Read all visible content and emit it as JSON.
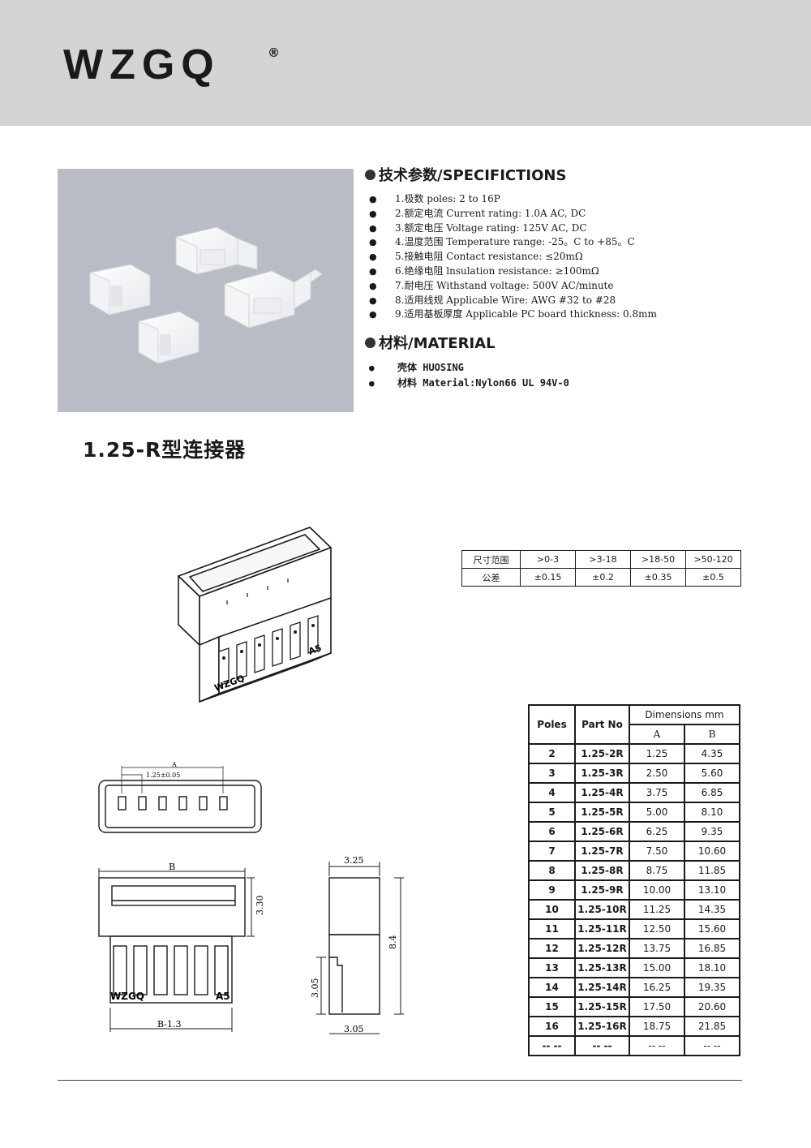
{
  "header": {
    "brand": "WZGQ",
    "registered": "®"
  },
  "specs": {
    "title": "技术参数/SPECIFICTIONS",
    "items": [
      "1.极数 poles: 2 to 16P",
      "2.额定电流 Current rating: 1.0A AC, DC",
      "3.额定电压 Voltage rating: 125V AC, DC",
      "4.温度范围 Temperature range: -25。C to +85。C",
      "5.接触电阻 Contact resistance: ≤20mΩ",
      "6.绝缘电阻 lnsulation resistance: ≥100mΩ",
      "7.耐电压 Withstand voltage: 500V AC/minute",
      "8.适用线规 Applicable Wire: AWG #32 to #28",
      "9.适用基板厚度 Applicable PC board thickness: 0.8mm"
    ],
    "bullet": "●"
  },
  "material": {
    "title": "材料/MATERIAL",
    "items": [
      "壳体 HUOSING",
      "材料 Material:Nylon66 UL 94V-0"
    ]
  },
  "model_title": "1.25-R型连接器",
  "iso_labels": {
    "brand": "WZGQ",
    "code": "A5"
  },
  "drawing": {
    "top_dim_a": "A",
    "top_dim_pitch": "1.25±0.05",
    "front_dim_b": "B",
    "front_dim_height": "3.30",
    "front_dim_bottom": "B-1.3",
    "front_brand": "WZGQ",
    "front_code": "A5",
    "side_dim_top": "3.25",
    "side_dim_height": "8.4",
    "side_dim_left": "3.05",
    "side_dim_bottom": "3.05"
  },
  "tolerance_table": {
    "row1": [
      "尺寸范围",
      ">0-3",
      ">3-18",
      ">18-50",
      ">50-120"
    ],
    "row2": [
      "公差",
      "±0.15",
      "±0.2",
      "±0.35",
      "±0.5"
    ]
  },
  "dimension_table": {
    "headers": {
      "poles": "Poles",
      "part_no": "Part No",
      "dimensions": "Dimensions mm",
      "a": "A",
      "b": "B"
    },
    "rows": [
      [
        "2",
        "1.25-2R",
        "1.25",
        "4.35"
      ],
      [
        "3",
        "1.25-3R",
        "2.50",
        "5.60"
      ],
      [
        "4",
        "1.25-4R",
        "3.75",
        "6.85"
      ],
      [
        "5",
        "1.25-5R",
        "5.00",
        "8.10"
      ],
      [
        "6",
        "1.25-6R",
        "6.25",
        "9.35"
      ],
      [
        "7",
        "1.25-7R",
        "7.50",
        "10.60"
      ],
      [
        "8",
        "1.25-8R",
        "8.75",
        "11.85"
      ],
      [
        "9",
        "1.25-9R",
        "10.00",
        "13.10"
      ],
      [
        "10",
        "1.25-10R",
        "11.25",
        "14.35"
      ],
      [
        "11",
        "1.25-11R",
        "12.50",
        "15.60"
      ],
      [
        "12",
        "1.25-12R",
        "13.75",
        "16.85"
      ],
      [
        "13",
        "1.25-13R",
        "15.00",
        "18.10"
      ],
      [
        "14",
        "1.25-14R",
        "16.25",
        "19.35"
      ],
      [
        "15",
        "1.25-15R",
        "17.50",
        "20.60"
      ],
      [
        "16",
        "1.25-16R",
        "18.75",
        "21.85"
      ],
      [
        "-- --",
        "-- --",
        "-- --",
        "-- --"
      ]
    ]
  }
}
